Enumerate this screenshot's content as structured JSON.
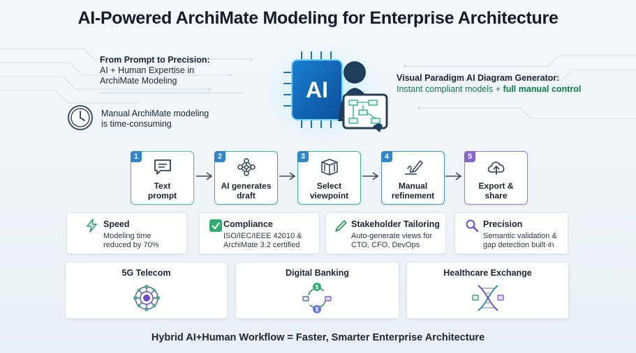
{
  "title": "AI-Powered ArchiMate Modeling for Enterprise Architecture",
  "intro": {
    "heading": "From Prompt to Precision:",
    "line1": "AI + Human Expertise in",
    "line2": "ArchiMate Modeling"
  },
  "manual_note": {
    "line1": "Manual ArchiMate modeling",
    "line2": "is time-consuming"
  },
  "hero": {
    "chip_label": "AI"
  },
  "visual_paradigm": {
    "title": "Visual Paradigm AI Diagram Generator:",
    "subtitle": "Instant compliant models +",
    "emphasis": "full manual control"
  },
  "steps": [
    {
      "number": "1",
      "line1": "Text",
      "line2": "prompt",
      "icon": "chat-icon"
    },
    {
      "number": "2",
      "line1": "AI generates",
      "line2": "draft",
      "icon": "network-icon"
    },
    {
      "number": "3",
      "line1": "Select",
      "line2": "viewpoint",
      "icon": "cube-icon"
    },
    {
      "number": "4",
      "line1": "Manual",
      "line2": "refinement",
      "icon": "pencil-icon"
    },
    {
      "number": "5",
      "line1": "Export &",
      "line2": "share",
      "icon": "cloud-upload-icon"
    }
  ],
  "features": [
    {
      "title": "Speed",
      "line1": "Modeling time",
      "line2": "reduced by 70%",
      "icon": "lightning-icon"
    },
    {
      "title": "Compliance",
      "line1": "ISO/IEC/IEEE 42010 &",
      "line2": "ArchiMate 3.2 certified",
      "icon": "checkbox-icon"
    },
    {
      "title": "Stakeholder Tailoring",
      "line1": "Auto-generate views for",
      "line2": "CTO, CFO, DevOps",
      "icon": "pen-icon"
    },
    {
      "title": "Precision",
      "line1": "Semantic validation &",
      "line2": "gap detection built-in",
      "icon": "magnifier-icon"
    }
  ],
  "industries": [
    {
      "title": "5G Telecom",
      "icon": "telecom-network-icon"
    },
    {
      "title": "Digital Banking",
      "icon": "banking-cycle-icon"
    },
    {
      "title": "Healthcare Exchange",
      "icon": "dna-icon"
    }
  ],
  "footer": "Hybrid AI+Human Workflow = Faster, Smarter Enterprise Architecture",
  "colors": {
    "accent_teal": "#3fb39a",
    "accent_blue": "#2f86c9",
    "accent_purple": "#8a63d2",
    "accent_green_text": "#0f7a4a"
  }
}
